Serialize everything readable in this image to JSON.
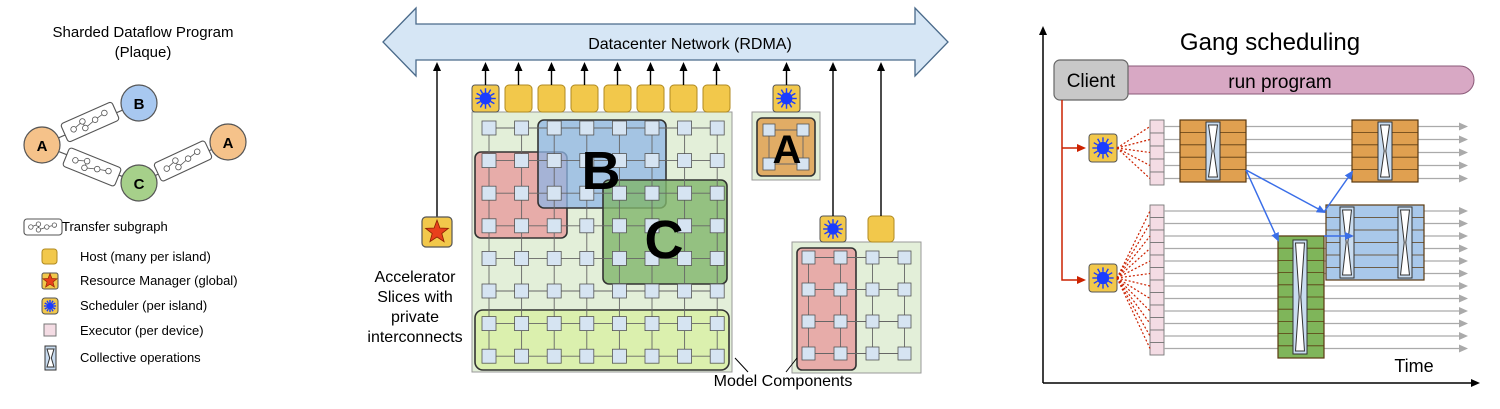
{
  "colors": {
    "host": "#f2c84b",
    "node_a": "#f5c28a",
    "node_b": "#a8c8f0",
    "node_c": "#a6d08a",
    "node_stroke": "#555555",
    "scheduler_bg": "#f2c84b",
    "sun": "#1a3cff",
    "star": "#e8401c",
    "executor": "#f4dce4",
    "island_bg": "#e3efd9",
    "device": "#d6e4f2",
    "region_red": "#e8a0a0",
    "region_blue": "#8fb6e6",
    "region_green": "#7fb56a",
    "region_lime": "#d9f0a8",
    "network": "#d6e6f5",
    "client": "#c8c8c8",
    "run_program": "#d8a8c4",
    "orange_block": "#e0a050",
    "blue_block": "#a9c8ea",
    "green_block": "#7fb55a",
    "red_arrow": "#cc2200",
    "blue_arrow": "#3a6ee8"
  },
  "left": {
    "title_line1": "Sharded Dataflow Program",
    "title_line2": "(Plaque)",
    "nodes": [
      {
        "id": "a1",
        "label": "A"
      },
      {
        "id": "b",
        "label": "B"
      },
      {
        "id": "c",
        "label": "C"
      },
      {
        "id": "a2",
        "label": "A"
      }
    ],
    "legend": [
      {
        "icon": "transfer-subgraph-icon",
        "label": "Transfer subgraph"
      },
      {
        "icon": "host-icon",
        "label": "Host (many per island)"
      },
      {
        "icon": "resource-manager-icon",
        "label": "Resource Manager (global)"
      },
      {
        "icon": "scheduler-icon",
        "label": "Scheduler (per island)"
      },
      {
        "icon": "executor-icon",
        "label": "Executor (per device)"
      },
      {
        "icon": "collective-icon",
        "label": "Collective operations"
      }
    ]
  },
  "middle": {
    "network_label": "Datacenter Network (RDMA)",
    "region_b": "B",
    "region_c": "C",
    "region_a": "A",
    "slices_label": [
      "Accelerator",
      "Slices with",
      "private",
      "interconnects"
    ],
    "model_components": "Model Components"
  },
  "right": {
    "title": "Gang scheduling",
    "client": "Client",
    "run_program": "run program",
    "time_label": "Time"
  }
}
